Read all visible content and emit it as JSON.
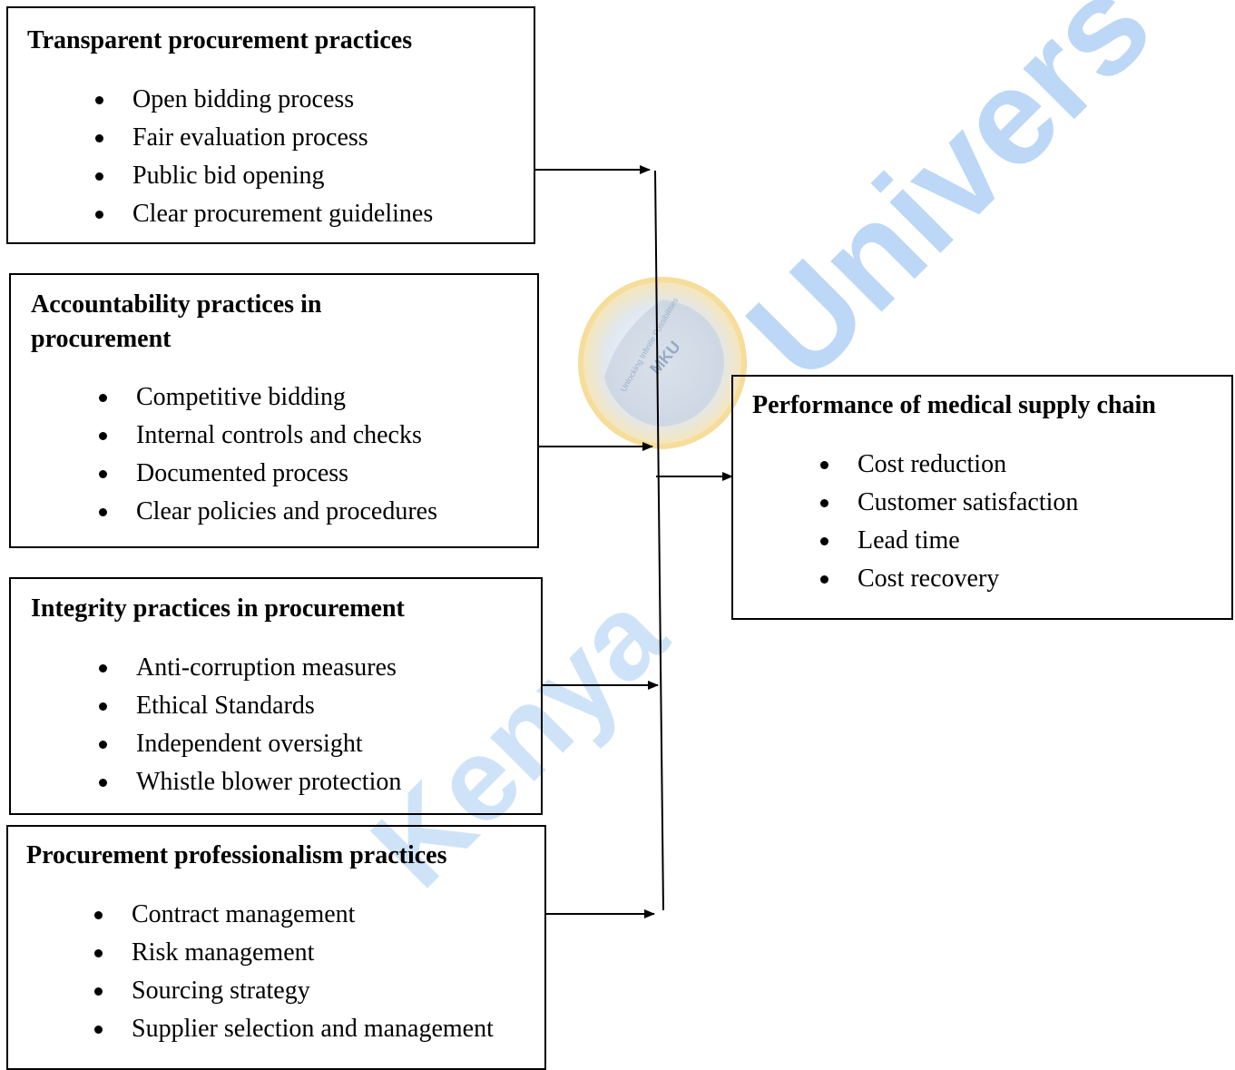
{
  "watermark": {
    "text_upper": "Univers",
    "text_lower": "Kenya",
    "seal_top": "Unlocking Infinite Possibilities",
    "seal_center": "MKU"
  },
  "boxes": [
    {
      "title": "Transparent procurement practices",
      "items": [
        "Open bidding process",
        "Fair evaluation process",
        "Public bid opening",
        "Clear procurement guidelines"
      ]
    },
    {
      "title": "Accountability practices in procurement",
      "items": [
        "Competitive bidding",
        "Internal controls and checks",
        "Documented process",
        "Clear policies and procedures"
      ]
    },
    {
      "title": "Integrity practices in procurement",
      "items": [
        "Anti-corruption measures",
        "Ethical Standards",
        "Independent oversight",
        "Whistle blower protection"
      ]
    },
    {
      "title": "Procurement professionalism practices",
      "items": [
        "Contract management",
        "Risk management",
        "Sourcing strategy",
        "Supplier selection and management"
      ]
    }
  ],
  "outcome": {
    "title": "Performance of medical supply chain",
    "items": [
      "Cost reduction",
      "Customer satisfaction",
      "Lead time",
      "Cost recovery"
    ]
  },
  "colors": {
    "watermark": "#bcd8f6",
    "seal": "#f0c24a",
    "line": "#000000"
  }
}
